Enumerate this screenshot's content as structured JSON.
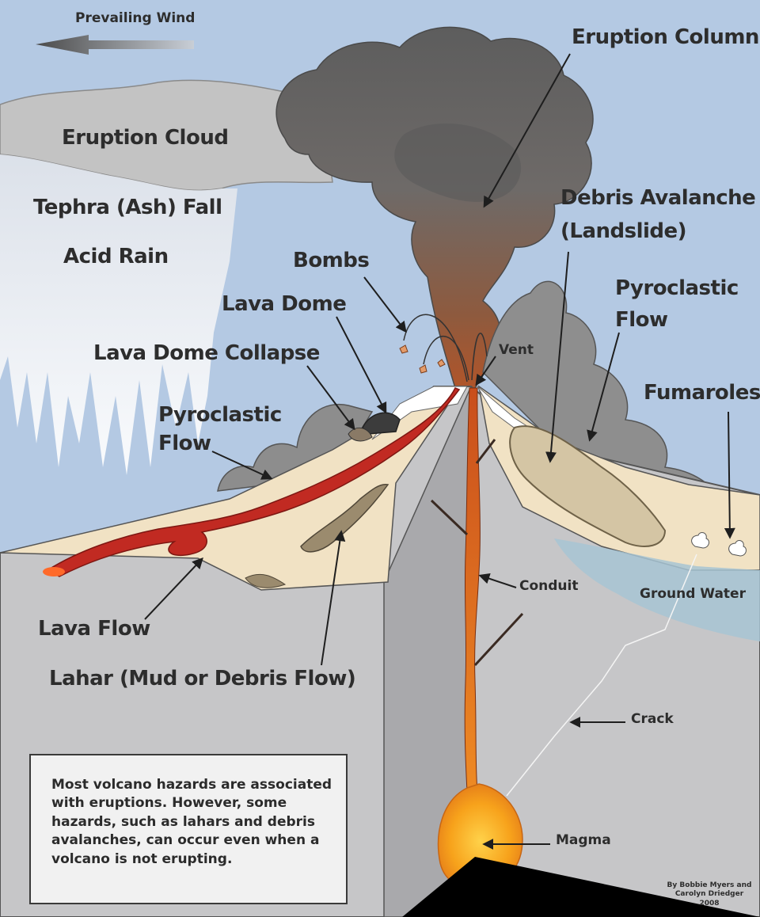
{
  "labels": {
    "prevailing_wind": "Prevailing Wind",
    "eruption_column": "Eruption Column",
    "eruption_cloud": "Eruption Cloud",
    "tephra_fall": "Tephra (Ash) Fall",
    "acid_rain": "Acid Rain",
    "debris_avalanche_line1": "Debris Avalanche",
    "debris_avalanche_line2": "(Landslide)",
    "bombs": "Bombs",
    "lava_dome": "Lava Dome",
    "lava_dome_collapse": "Lava Dome Collapse",
    "vent": "Vent",
    "pyroclastic_flow_right_line1": "Pyroclastic",
    "pyroclastic_flow_right_line2": "Flow",
    "pyroclastic_flow_left_line1": "Pyroclastic",
    "pyroclastic_flow_left_line2": "Flow",
    "fumaroles": "Fumaroles",
    "conduit": "Conduit",
    "ground_water": "Ground Water",
    "lava_flow": "Lava Flow",
    "lahar": "Lahar (Mud or Debris Flow)",
    "crack": "Crack",
    "magma": "Magma"
  },
  "note": "Most volcano hazards are associated with eruptions.  However, some hazards, such as lahars and debris avalanches, can occur even when a volcano is not erupting.",
  "credit": {
    "line1": "By Bobbie Myers and",
    "line2": "Carolyn Driedger",
    "line3": "2008"
  },
  "colors": {
    "sky": "#b4c9e3",
    "ash": "#6b6b6b",
    "ground": "#c6c6c8",
    "slope": "#f1e2c4",
    "lava": "#c12a22",
    "magma": "#f29a1c",
    "conduit": "#d9661f"
  }
}
